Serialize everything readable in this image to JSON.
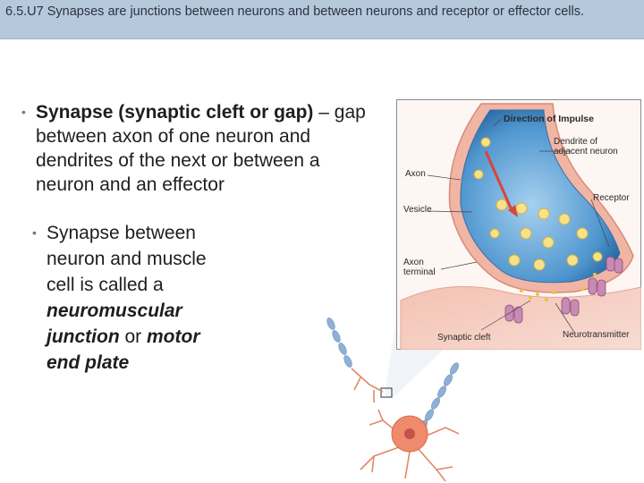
{
  "header": {
    "title": "6.5.U7 Synapses are junctions between neurons and between neurons and receptor or effector cells."
  },
  "bullet1": {
    "bold": "Synapse (synaptic cleft or gap)",
    "rest": " – gap between axon of one neuron and dendrites of the next or between a neuron and an effector"
  },
  "bullet2": {
    "part1": "Synapse between neuron and muscle cell is called a ",
    "italic1": "neuromuscular junction",
    "part2": " or ",
    "italic2": "motor end plate"
  },
  "figure": {
    "labels": {
      "direction": "Direction of Impulse",
      "dendrite": "Dendrite of adjacent neuron",
      "axon": "Axon",
      "receptor": "Receptor",
      "vesicle": "Vesicle",
      "axon_terminal": "Axon terminal",
      "synaptic_cleft": "Synaptic cleft",
      "neurotransmitter": "Neurotransmitter"
    }
  }
}
